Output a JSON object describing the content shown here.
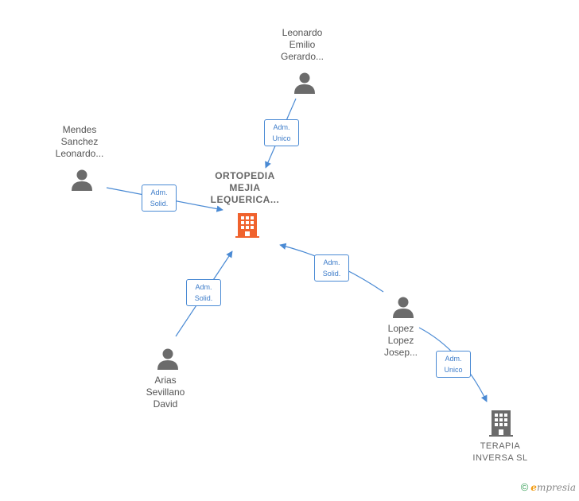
{
  "nodes": {
    "center": {
      "lines": [
        "ORTOPEDIA",
        "MEJIA",
        "LEQUERICA..."
      ],
      "color": "#f0622d"
    },
    "leonardo": {
      "lines": [
        "Leonardo",
        "Emilio",
        "Gerardo..."
      ]
    },
    "mendes": {
      "lines": [
        "Mendes",
        "Sanchez",
        "Leonardo..."
      ]
    },
    "arias": {
      "lines": [
        "Arias",
        "Sevillano",
        "David"
      ]
    },
    "lopez": {
      "lines": [
        "Lopez",
        "Lopez",
        "Josep..."
      ]
    },
    "terapia": {
      "lines": [
        "TERAPIA",
        "INVERSA  SL"
      ]
    }
  },
  "edges": {
    "leonardo_center": [
      "Adm.",
      "Unico"
    ],
    "mendes_center": [
      "Adm.",
      "Solid."
    ],
    "arias_center": [
      "Adm.",
      "Solid."
    ],
    "lopez_center": [
      "Adm.",
      "Solid."
    ],
    "lopez_terapia": [
      "Adm.",
      "Unico"
    ]
  },
  "colors": {
    "edge": "#4a8ad4",
    "person": "#6b6b6b",
    "company": "#6b6b6b",
    "accent": "#f0622d"
  },
  "footer": {
    "copyright": "©",
    "brand_first": "e",
    "brand_rest": "mpresia"
  }
}
